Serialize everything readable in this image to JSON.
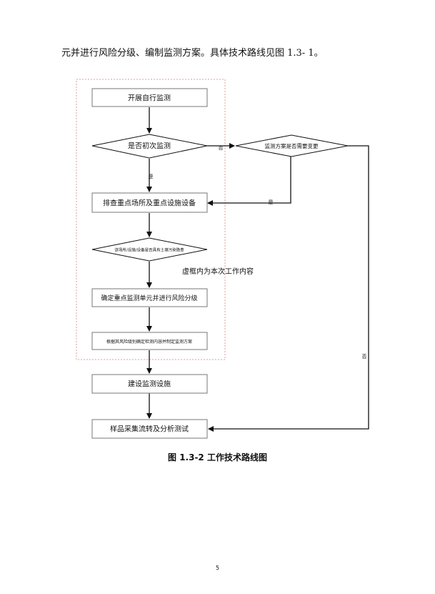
{
  "intro_text": "元并进行风险分级、编制监测方案。具体技术路线见图 1.3- 1。",
  "nodes": {
    "start": "开展自行监测",
    "first_time": "是否初次监测",
    "plan_change": "监测方案是否需要变更",
    "inspect": "排查重点场所及重点设施设备",
    "hazard": "该场所/设施/设备是否具有土壤污染隐患",
    "determine": "确定重点监测单元并进行风险分级",
    "plan": "根据其风险级别确定检测内容并制定监测方案",
    "build": "建设监测设施",
    "sample": "样品采集流转及分析测试"
  },
  "edge_labels": {
    "first_no": "否",
    "first_yes": "是",
    "change_yes": "是",
    "change_no": "否"
  },
  "note": "虚框内为本次工作内容",
  "caption": "图 1.3-2  工作技术路线图",
  "page_number": "5"
}
